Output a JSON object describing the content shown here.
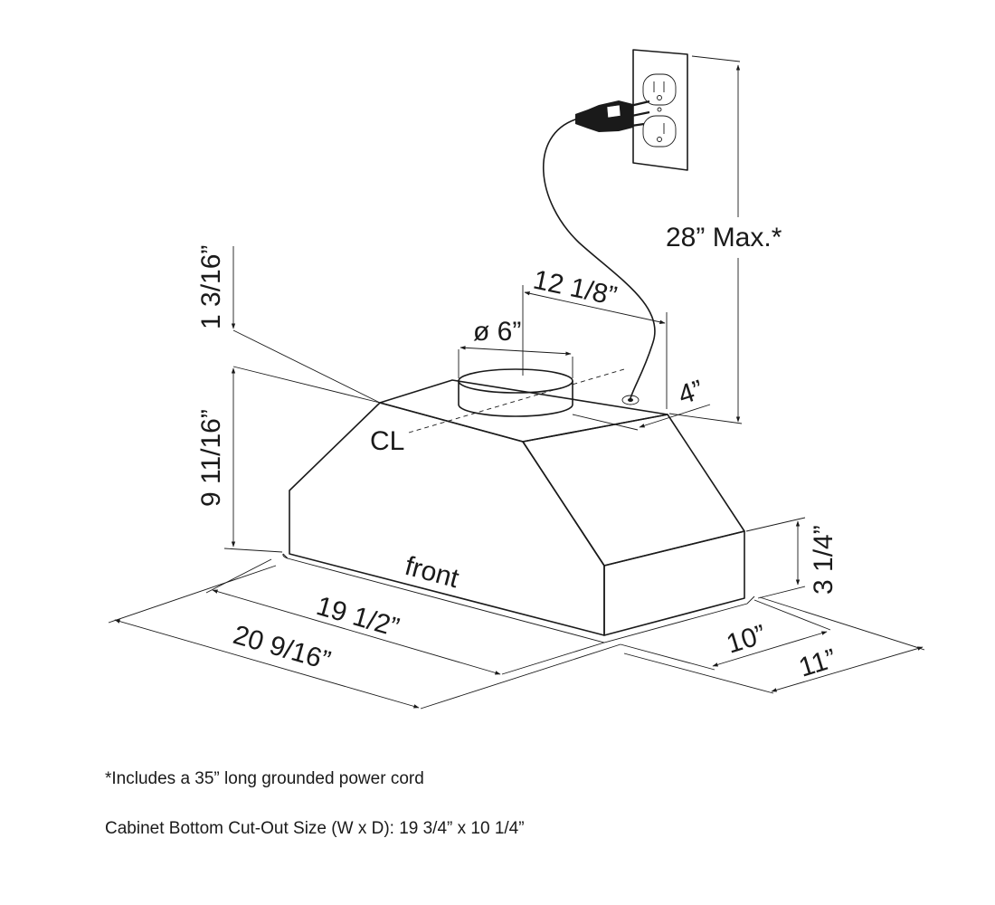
{
  "dimensions": {
    "outlet_height": "28” Max.*",
    "cord_offset": "12 1/8”",
    "duct_diameter": "ø 6”",
    "side_offset": "4”",
    "top_height": "1 3/16”",
    "body_height": "9 11/16”",
    "front_height": "3 1/4”",
    "inner_width": "19 1/2”",
    "outer_width": "20 9/16”",
    "inner_depth": "10”",
    "outer_depth": "11”"
  },
  "labels": {
    "centerline": "CL",
    "front": "front"
  },
  "notes": {
    "cord": "*Includes a 35” long grounded power cord",
    "cutout": "Cabinet Bottom Cut-Out Size (W x D):  19 3/4” x 10 1/4”"
  }
}
